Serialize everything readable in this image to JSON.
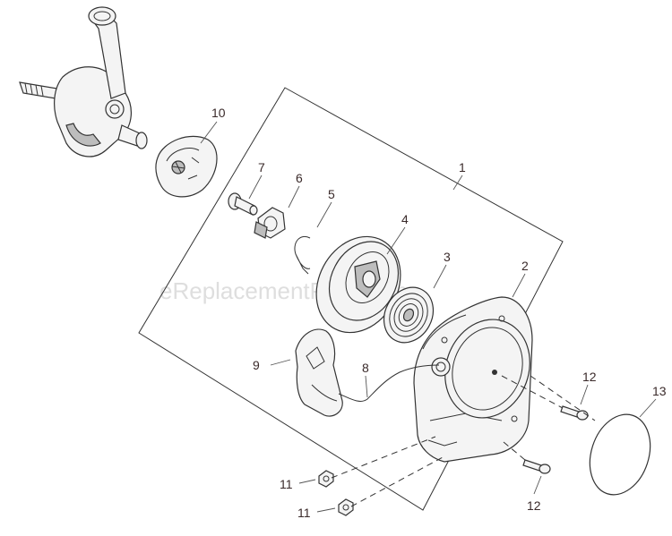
{
  "watermark": "eReplacementParts.com",
  "callouts": {
    "c1": "1",
    "c2": "2",
    "c3": "3",
    "c4": "4",
    "c5": "5",
    "c6": "6",
    "c7": "7",
    "c8": "8",
    "c9": "9",
    "c10": "10",
    "c11a": "11",
    "c11b": "11",
    "c12a": "12",
    "c12b": "12",
    "c13": "13"
  }
}
